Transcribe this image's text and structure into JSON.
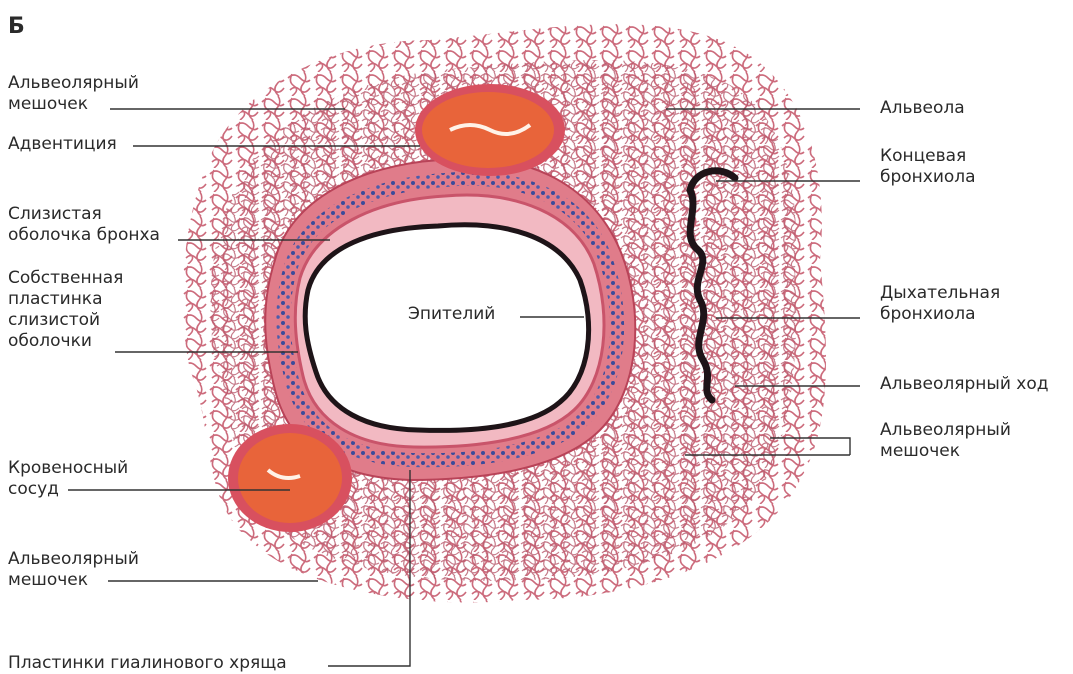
{
  "panel_letter": "Б",
  "labels": {
    "alveolar_sac_top_left": "Альвеолярный\nмешочек",
    "adventitia": "Адвентиция",
    "mucosa": "Слизистая\nоболочка бронха",
    "lamina_propria": "Собственная\nпластинка\nслизистой\nоболочки",
    "blood_vessel": "Кровеносный\nсосуд",
    "alveolar_sac_bottom_left": "Альвеолярный\nмешочек",
    "hyaline_plates": "Пластинки гиалинового хряща",
    "epithelium": "Эпителий",
    "alveolus": "Альвеола",
    "terminal_bronchiole": "Концевая\nбронхиола",
    "respiratory_bronchiole": "Дыхательная\nбронхиола",
    "alveolar_duct": "Альвеолярный ход",
    "alveolar_sac_right": "Альвеолярный\nмешочек"
  },
  "colors": {
    "tissue_pink": "#d9808f",
    "tissue_red": "#d8505f",
    "vessel_orange": "#e8643a",
    "cartilage_blue": "#5a6fb0",
    "epithelium_dark": "#1e1418",
    "leader_line": "#333333"
  }
}
